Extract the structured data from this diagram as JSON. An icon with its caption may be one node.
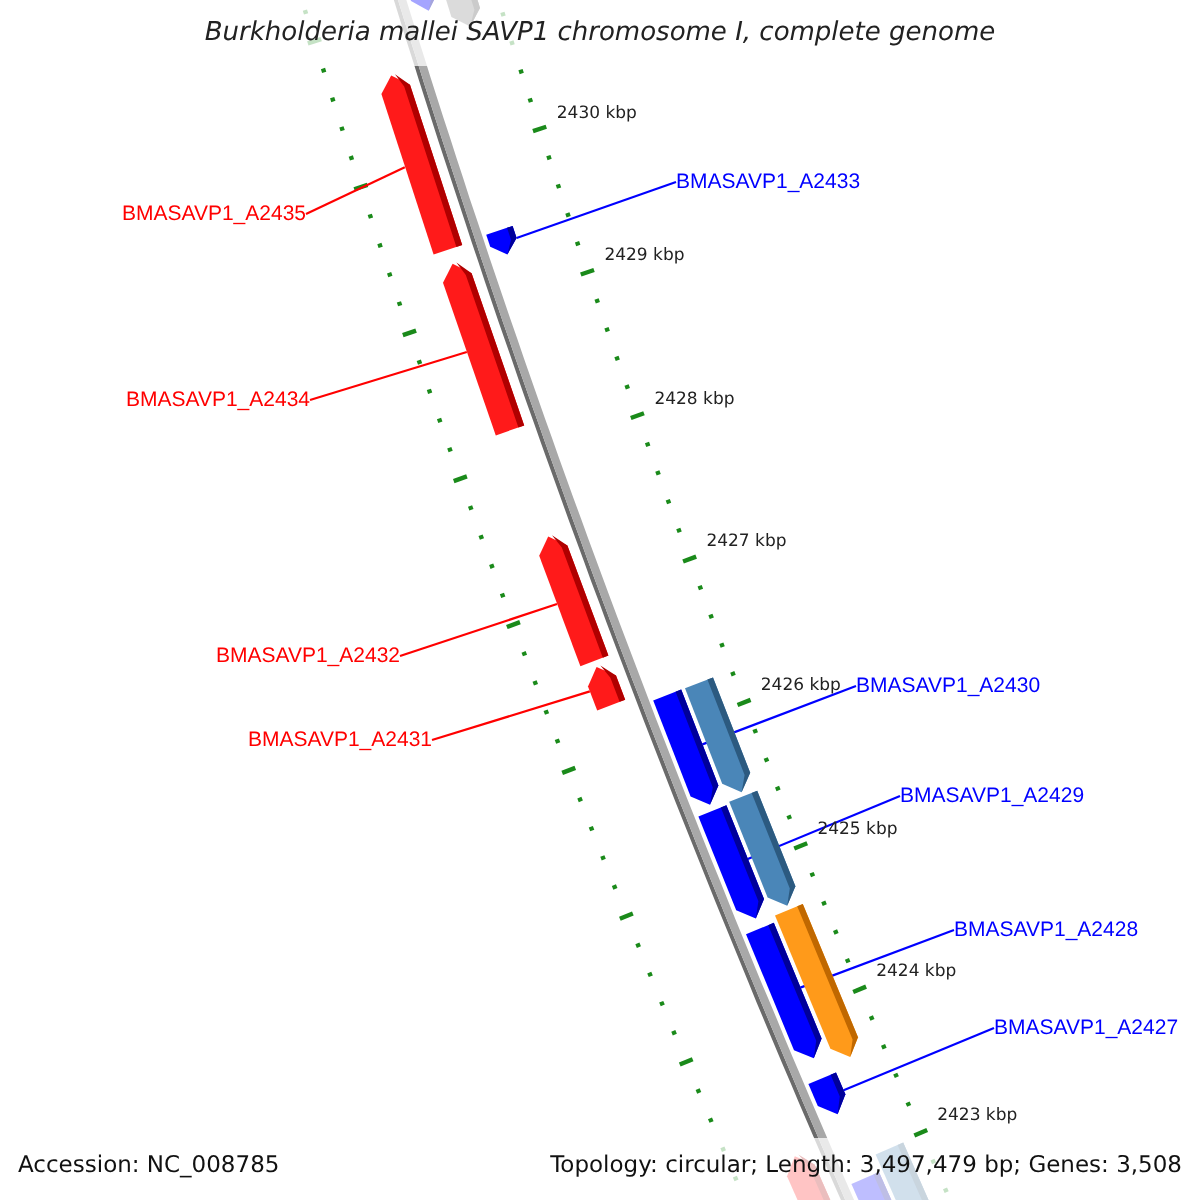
{
  "diagram": {
    "title": "Burkholderia mallei SAVP1 chromosome I, complete genome",
    "nodes": [
      {
        "text": [
          "BMASAVP1_A2433"
        ]
      },
      {
        "text": [
          "BMASAVP1_A2435"
        ]
      },
      {
        "text": [
          "BMASAVP1_A2434"
        ]
      },
      {
        "text": [
          "BMASAVP1_A2432"
        ]
      },
      {
        "text": [
          "BMASAVP1_A2430"
        ]
      },
      {
        "text": [
          "BMASAVP1_A2431"
        ]
      },
      {
        "text": [
          "BMASAVP1_A2429"
        ]
      },
      {
        "text": [
          "BMASAVP1_A2428"
        ]
      },
      {
        "text": [
          "BMASAVP1_A2427"
        ]
      },
      {
        "text": [],
        "shape": "bar"
      },
      {
        "text": [],
        "shape": "bar"
      },
      {
        "text": [],
        "shape": "bar"
      },
      {
        "text": [],
        "shape": "bar"
      },
      {
        "text": [],
        "shape": "bar"
      },
      {
        "text": [],
        "shape": "bar"
      },
      {
        "text": [],
        "shape": "bar"
      },
      {
        "text": [],
        "shape": "bar"
      },
      {
        "text": [],
        "shape": "bar"
      },
      {
        "text": [],
        "shape": "bar"
      },
      {
        "text": [],
        "shape": "bar"
      },
      {
        "text": [],
        "shape": "bar"
      },
      {
        "text": [],
        "shape": "bar"
      },
      {
        "text": [],
        "shape": "bar"
      },
      {
        "text": [],
        "shape": "bar"
      },
      {
        "text": [],
        "shape": "bar"
      },
      {
        "text": [],
        "shape": "bar"
      }
    ],
    "edges": [
      {
        "from": 0,
        "to": 12,
        "arrow": "none"
      },
      {
        "from": 1,
        "to": 11,
        "arrow": "none",
        "color": "#ff0000"
      },
      {
        "from": 2,
        "to": 13,
        "arrow": "none",
        "color": "#ff0000"
      },
      {
        "from": 3,
        "to": 14,
        "arrow": "none",
        "color": "#ff0000"
      },
      {
        "from": 4,
        "to": 16,
        "arrow": "none"
      },
      {
        "from": 5,
        "to": 15,
        "arrow": "none",
        "color": "#ff0000"
      },
      {
        "from": 6,
        "to": 19,
        "arrow": "none"
      },
      {
        "from": 7,
        "to": 21,
        "arrow": "none"
      },
      {
        "from": 8,
        "to": 22,
        "arrow": "none"
      }
    ],
    "labels": [
      "2430 kbp",
      "2429 kbp",
      "2428 kbp",
      "2427 kbp",
      "2426 kbp",
      "2425 kbp",
      "2424 kbp",
      "2423 kbp",
      "Accession: NC_008785",
      "Topology: circular; Length: 3,497,479 bp; Genes: 3,508"
    ]
  }
}
